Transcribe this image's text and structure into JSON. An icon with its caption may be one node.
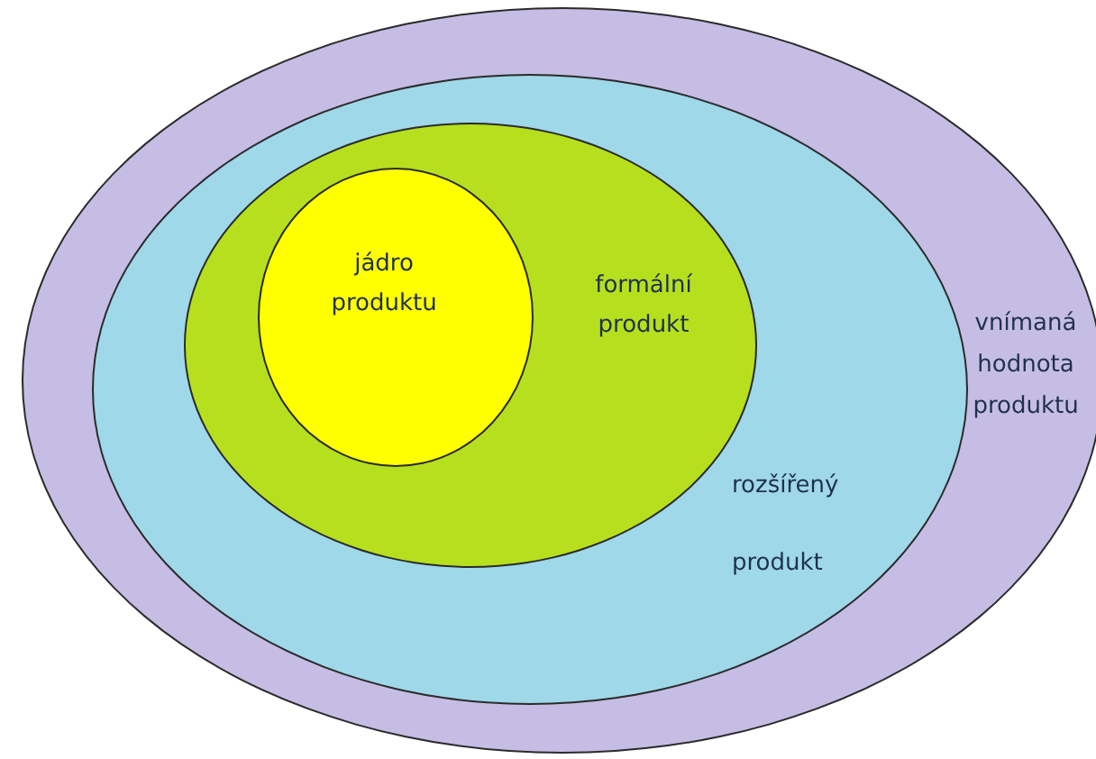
{
  "diagram": {
    "nodes": [
      {
        "text": [
          "vnímaná hodnota produktu"
        ]
      },
      {
        "text": [
          "rozšířený produkt"
        ],
        "in": 0
      },
      {
        "text": [
          "formální produkt"
        ],
        "in": 1
      },
      {
        "text": [
          "jádro produktu"
        ],
        "in": 2
      }
    ]
  }
}
